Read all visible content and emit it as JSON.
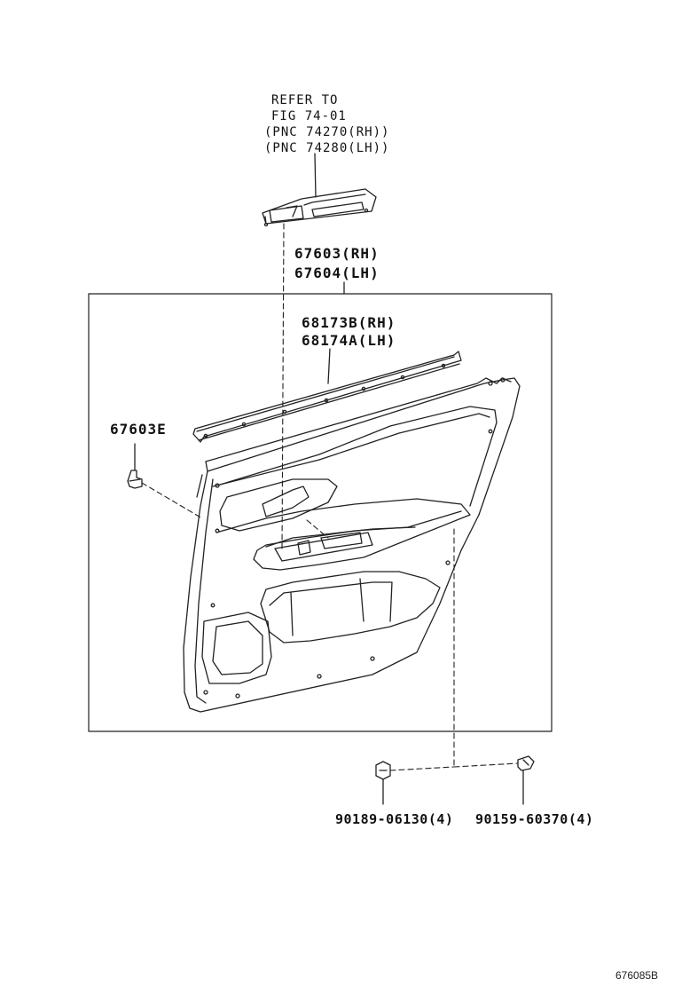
{
  "refer_note": {
    "line1": "REFER TO",
    "line2": "FIG 74-01",
    "line3": "(PNC 74270(RH))",
    "line4": "(PNC 74280(LH))"
  },
  "callouts": {
    "panel_rh": "67603(RH)",
    "panel_lh": "67604(LH)",
    "weatherstrip_rh": "68173B(RH)",
    "weatherstrip_lh": "68174A(LH)",
    "clip": "67603E",
    "screw_clip_left": "90189-06130(4)",
    "screw_clip_right": "90159-60370(4)"
  },
  "figure_id": "676085B"
}
